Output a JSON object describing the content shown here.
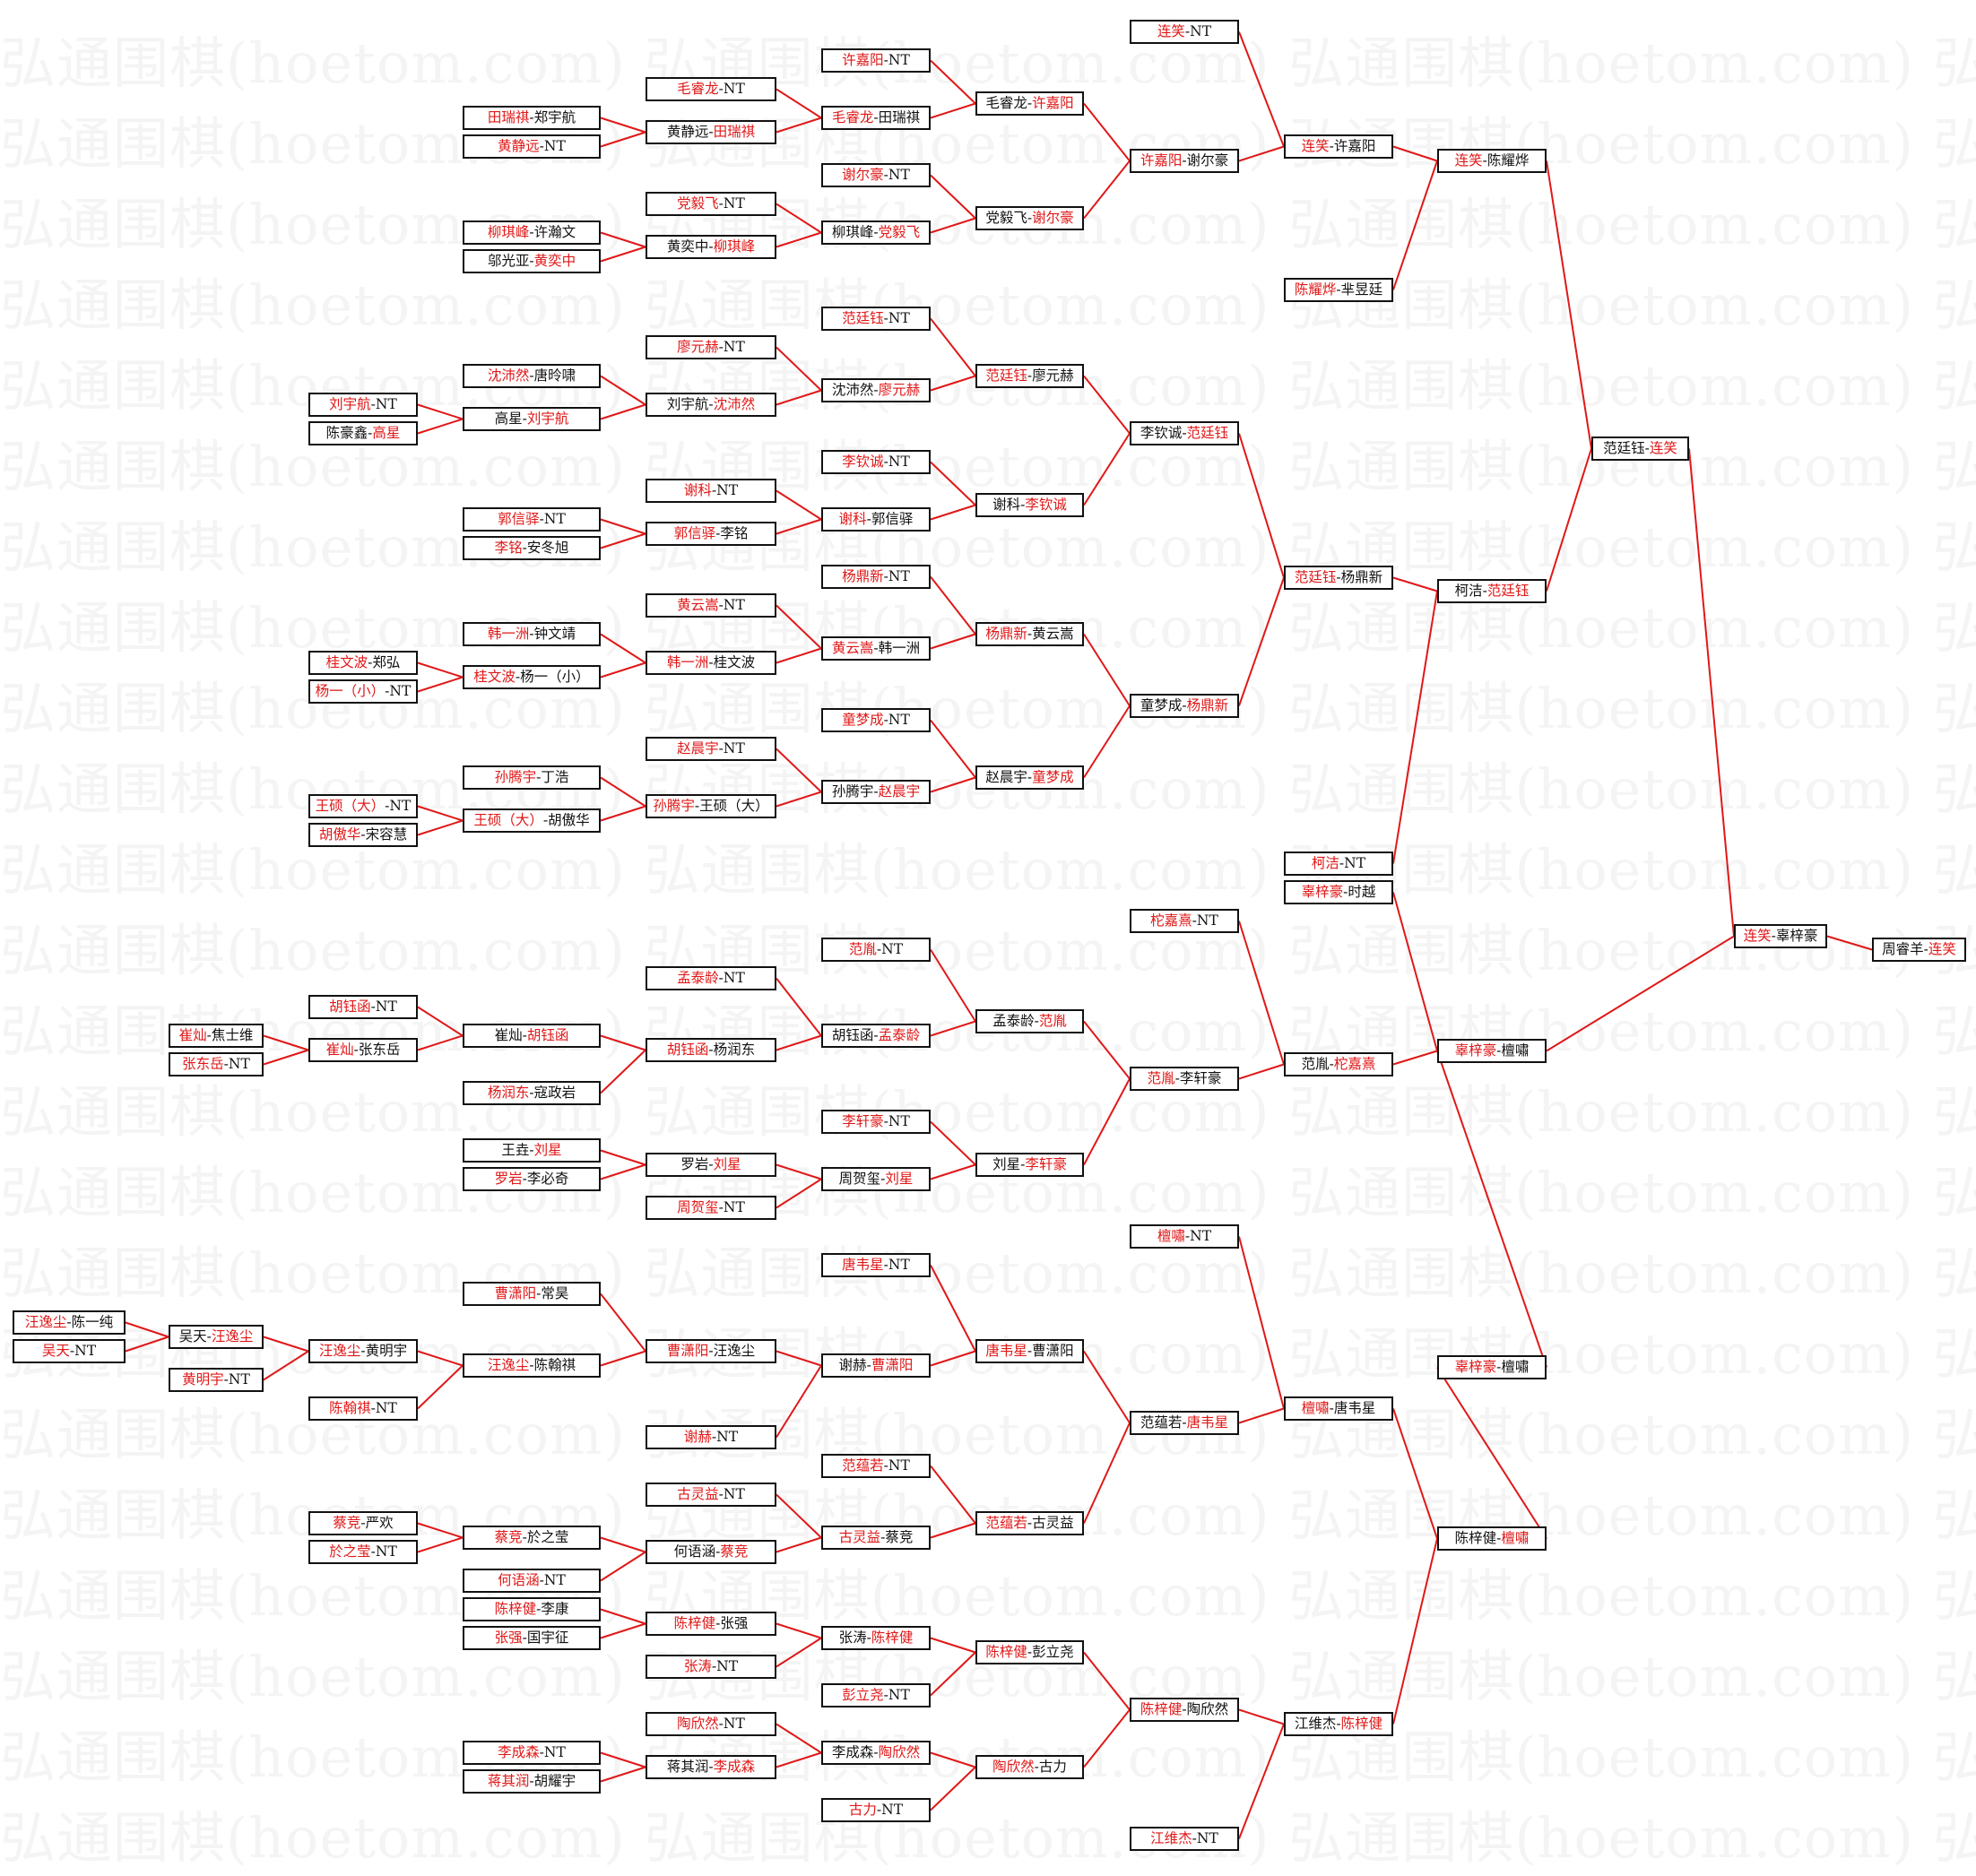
{
  "watermark": "弘通围棋(hoetom.com)",
  "colors": {
    "winner": "#e01818",
    "player": "#111111",
    "line": "#e01818",
    "border": "#111111"
  },
  "nodes": [
    {
      "id": "c7_1",
      "a": "周睿羊",
      "b": "连笑",
      "w": "b"
    },
    {
      "id": "c6_1",
      "a": "连笑",
      "b": "辜梓豪",
      "w": "a"
    },
    {
      "id": "c5_1",
      "a": "范廷钰",
      "b": "连笑",
      "w": "b"
    },
    {
      "id": "c4_1",
      "a": "连笑",
      "b": "陈耀烨",
      "w": "a"
    },
    {
      "id": "c4_2",
      "a": "柯洁",
      "b": "范廷钰",
      "w": "b"
    },
    {
      "id": "c4_3",
      "a": "辜梓豪",
      "b": "檀嘯",
      "w": "a"
    },
    {
      "id": "c4_4",
      "a": "辜梓豪",
      "b": "檀嘯",
      "w": "a"
    },
    {
      "id": "c4_5",
      "a": "陈梓健",
      "b": "檀嘯",
      "w": "b"
    },
    {
      "id": "c3_1",
      "a": "连笑",
      "b": "许嘉阳",
      "w": "a"
    },
    {
      "id": "c3_2",
      "a": "陈耀烨",
      "b": "芈昱廷",
      "w": "a"
    },
    {
      "id": "c3_3",
      "a": "范廷钰",
      "b": "杨鼎新",
      "w": "a"
    },
    {
      "id": "c3_4",
      "a": "柯洁",
      "b": "NT",
      "w": "a"
    },
    {
      "id": "c3_5",
      "a": "辜梓豪",
      "b": "时越",
      "w": "a"
    },
    {
      "id": "c3_6",
      "a": "范胤",
      "b": "柁嘉熹",
      "w": "b"
    },
    {
      "id": "c3_7",
      "a": "檀嘯",
      "b": "唐韦星",
      "w": "a"
    },
    {
      "id": "c3_8",
      "a": "江维杰",
      "b": "陈梓健",
      "w": "b"
    },
    {
      "id": "c2_1",
      "a": "连笑",
      "b": "NT",
      "w": "a"
    },
    {
      "id": "c2_2",
      "a": "许嘉阳",
      "b": "谢尔豪",
      "w": "a"
    },
    {
      "id": "c2_3",
      "a": "李钦诚",
      "b": "范廷钰",
      "w": "b"
    },
    {
      "id": "c2_4",
      "a": "童梦成",
      "b": "杨鼎新",
      "w": "b"
    },
    {
      "id": "c2_5",
      "a": "柁嘉熹",
      "b": "NT",
      "w": "a"
    },
    {
      "id": "c2_6",
      "a": "范胤",
      "b": "李轩豪",
      "w": "a"
    },
    {
      "id": "c2_7",
      "a": "檀嘯",
      "b": "NT",
      "w": "a"
    },
    {
      "id": "c2_8",
      "a": "范蕴若",
      "b": "唐韦星",
      "w": "b"
    },
    {
      "id": "c2_9",
      "a": "陈梓健",
      "b": "陶欣然",
      "w": "a"
    },
    {
      "id": "c2_10",
      "a": "江维杰",
      "b": "NT",
      "w": "a"
    },
    {
      "id": "c1_1",
      "a": "毛睿龙",
      "b": "许嘉阳",
      "w": "b"
    },
    {
      "id": "c1_2",
      "a": "党毅飞",
      "b": "谢尔豪",
      "w": "b"
    },
    {
      "id": "c1_3",
      "a": "范廷钰",
      "b": "廖元赫",
      "w": "a"
    },
    {
      "id": "c1_4",
      "a": "谢科",
      "b": "李钦诚",
      "w": "b"
    },
    {
      "id": "c1_5",
      "a": "杨鼎新",
      "b": "黄云嵩",
      "w": "a"
    },
    {
      "id": "c1_6",
      "a": "赵晨宇",
      "b": "童梦成",
      "w": "b"
    },
    {
      "id": "c1_7",
      "a": "孟泰龄",
      "b": "范胤",
      "w": "b"
    },
    {
      "id": "c1_8",
      "a": "刘星",
      "b": "李轩豪",
      "w": "b"
    },
    {
      "id": "c1_9",
      "a": "唐韦星",
      "b": "曹潇阳",
      "w": "a"
    },
    {
      "id": "c1_10",
      "a": "范蕴若",
      "b": "古灵益",
      "w": "a"
    },
    {
      "id": "c1_11",
      "a": "陈梓健",
      "b": "彭立尧",
      "w": "a"
    },
    {
      "id": "c1_12",
      "a": "陶欣然",
      "b": "古力",
      "w": "a"
    },
    {
      "id": "c0_1",
      "a": "许嘉阳",
      "b": "NT",
      "w": "a"
    },
    {
      "id": "c0_2",
      "a": "毛睿龙",
      "b": "田瑞祺",
      "w": "a"
    },
    {
      "id": "c0_3",
      "a": "谢尔豪",
      "b": "NT",
      "w": "a"
    },
    {
      "id": "c0_4",
      "a": "柳琪峰",
      "b": "党毅飞",
      "w": "b"
    },
    {
      "id": "c0_5",
      "a": "范廷钰",
      "b": "NT",
      "w": "a"
    },
    {
      "id": "c0_6",
      "a": "沈沛然",
      "b": "廖元赫",
      "w": "b"
    },
    {
      "id": "c0_7",
      "a": "李钦诚",
      "b": "NT",
      "w": "a"
    },
    {
      "id": "c0_8",
      "a": "谢科",
      "b": "郭信驿",
      "w": "a"
    },
    {
      "id": "c0_9",
      "a": "杨鼎新",
      "b": "NT",
      "w": "a"
    },
    {
      "id": "c0_10",
      "a": "黄云嵩",
      "b": "韩一洲",
      "w": "a"
    },
    {
      "id": "c0_11",
      "a": "童梦成",
      "b": "NT",
      "w": "a"
    },
    {
      "id": "c0_12",
      "a": "孙腾宇",
      "b": "赵晨宇",
      "w": "b"
    },
    {
      "id": "c0_13",
      "a": "范胤",
      "b": "NT",
      "w": "a"
    },
    {
      "id": "c0_14",
      "a": "胡钰函",
      "b": "孟泰龄",
      "w": "b"
    },
    {
      "id": "c0_15",
      "a": "李轩豪",
      "b": "NT",
      "w": "a"
    },
    {
      "id": "c0_16",
      "a": "周贺玺",
      "b": "刘星",
      "w": "b"
    },
    {
      "id": "c0_17",
      "a": "唐韦星",
      "b": "NT",
      "w": "a"
    },
    {
      "id": "c0_18",
      "a": "谢赫",
      "b": "曹潇阳",
      "w": "b"
    },
    {
      "id": "c0_19",
      "a": "范蕴若",
      "b": "NT",
      "w": "a"
    },
    {
      "id": "c0_20",
      "a": "古灵益",
      "b": "蔡竞",
      "w": "a"
    },
    {
      "id": "c0_21",
      "a": "张涛",
      "b": "陈梓健",
      "w": "b"
    },
    {
      "id": "c0_22",
      "a": "彭立尧",
      "b": "NT",
      "w": "a"
    },
    {
      "id": "c0_23",
      "a": "李成森",
      "b": "陶欣然",
      "w": "b"
    },
    {
      "id": "c0_24",
      "a": "古力",
      "b": "NT",
      "w": "a"
    },
    {
      "id": "b_1",
      "a": "毛睿龙",
      "b": "NT",
      "w": "a"
    },
    {
      "id": "b_2",
      "a": "黄静远",
      "b": "田瑞祺",
      "w": "b"
    },
    {
      "id": "b_3",
      "a": "党毅飞",
      "b": "NT",
      "w": "a"
    },
    {
      "id": "b_4",
      "a": "黄奕中",
      "b": "柳琪峰",
      "w": "b"
    },
    {
      "id": "b_5",
      "a": "廖元赫",
      "b": "NT",
      "w": "a"
    },
    {
      "id": "b_6",
      "a": "刘宇航",
      "b": "沈沛然",
      "w": "b"
    },
    {
      "id": "b_7",
      "a": "谢科",
      "b": "NT",
      "w": "a"
    },
    {
      "id": "b_8",
      "a": "郭信驿",
      "b": "李铭",
      "w": "a"
    },
    {
      "id": "b_9",
      "a": "黄云嵩",
      "b": "NT",
      "w": "a"
    },
    {
      "id": "b_10",
      "a": "韩一洲",
      "b": "桂文波",
      "w": "a"
    },
    {
      "id": "b_11",
      "a": "赵晨宇",
      "b": "NT",
      "w": "a"
    },
    {
      "id": "b_12",
      "a": "孙腾宇",
      "b": "王硕（大）",
      "w": "a"
    },
    {
      "id": "b_13",
      "a": "孟泰龄",
      "b": "NT",
      "w": "a"
    },
    {
      "id": "b_14",
      "a": "胡钰函",
      "b": "杨润东",
      "w": "a"
    },
    {
      "id": "b_15",
      "a": "罗岩",
      "b": "刘星",
      "w": "b"
    },
    {
      "id": "b_16",
      "a": "周贺玺",
      "b": "NT",
      "w": "a"
    },
    {
      "id": "b_17",
      "a": "曹潇阳",
      "b": "汪逸尘",
      "w": "a"
    },
    {
      "id": "b_18",
      "a": "谢赫",
      "b": "NT",
      "w": "a"
    },
    {
      "id": "b_19",
      "a": "古灵益",
      "b": "NT",
      "w": "a"
    },
    {
      "id": "b_20",
      "a": "何语涵",
      "b": "蔡竞",
      "w": "b"
    },
    {
      "id": "b_21",
      "a": "陈梓健",
      "b": "张强",
      "w": "a"
    },
    {
      "id": "b_22",
      "a": "张涛",
      "b": "NT",
      "w": "a"
    },
    {
      "id": "b_23",
      "a": "陶欣然",
      "b": "NT",
      "w": "a"
    },
    {
      "id": "b_24",
      "a": "蒋其润",
      "b": "李成森",
      "w": "b"
    },
    {
      "id": "a_1",
      "a": "田瑞祺",
      "b": "郑宇航",
      "w": "a"
    },
    {
      "id": "a_2",
      "a": "黄静远",
      "b": "NT",
      "w": "a"
    },
    {
      "id": "a_3",
      "a": "柳琪峰",
      "b": "许瀚文",
      "w": "a"
    },
    {
      "id": "a_4",
      "a": "邬光亚",
      "b": "黄奕中",
      "w": "b"
    },
    {
      "id": "a_5",
      "a": "沈沛然",
      "b": "唐昤啸",
      "w": "a"
    },
    {
      "id": "a_6",
      "a": "高星",
      "b": "刘宇航",
      "w": "b"
    },
    {
      "id": "a_7",
      "a": "郭信驿",
      "b": "NT",
      "w": "a"
    },
    {
      "id": "a_8",
      "a": "李铭",
      "b": "安冬旭",
      "w": "a"
    },
    {
      "id": "a_9",
      "a": "韩一洲",
      "b": "钟文靖",
      "w": "a"
    },
    {
      "id": "a_10",
      "a": "桂文波",
      "b": "杨一（小）",
      "w": "a"
    },
    {
      "id": "a_11",
      "a": "孙腾宇",
      "b": "丁浩",
      "w": "a"
    },
    {
      "id": "a_12",
      "a": "王硕（大）",
      "b": "胡傲华",
      "w": "a"
    },
    {
      "id": "a_13",
      "a": "崔灿",
      "b": "胡钰函",
      "w": "b"
    },
    {
      "id": "a_14",
      "a": "杨润东",
      "b": "寇政岩",
      "w": "a"
    },
    {
      "id": "a_15",
      "a": "王垚",
      "b": "刘星",
      "w": "b"
    },
    {
      "id": "a_16",
      "a": "罗岩",
      "b": "李必奇",
      "w": "a"
    },
    {
      "id": "a_17",
      "a": "曹潇阳",
      "b": "常昊",
      "w": "a"
    },
    {
      "id": "a_18",
      "a": "汪逸尘",
      "b": "陈翰祺",
      "w": "a"
    },
    {
      "id": "a_19",
      "a": "蔡竞",
      "b": "於之莹",
      "w": "a"
    },
    {
      "id": "a_20",
      "a": "何语涵",
      "b": "NT",
      "w": "a"
    },
    {
      "id": "a_21",
      "a": "陈梓健",
      "b": "李康",
      "w": "a"
    },
    {
      "id": "a_22",
      "a": "张强",
      "b": "国宇征",
      "w": "a"
    },
    {
      "id": "a_23",
      "a": "李成森",
      "b": "NT",
      "w": "a"
    },
    {
      "id": "a_24",
      "a": "蒋其润",
      "b": "胡耀宇",
      "w": "a"
    },
    {
      "id": "z_1",
      "a": "刘宇航",
      "b": "NT",
      "w": "a"
    },
    {
      "id": "z_2",
      "a": "陈豪鑫",
      "b": "高星",
      "w": "b"
    },
    {
      "id": "z_3",
      "a": "桂文波",
      "b": "郑弘",
      "w": "a"
    },
    {
      "id": "z_4",
      "a": "杨一（小）",
      "b": "NT",
      "w": "a"
    },
    {
      "id": "z_5",
      "a": "王硕（大）",
      "b": "NT",
      "w": "a"
    },
    {
      "id": "z_6",
      "a": "胡傲华",
      "b": "宋容慧",
      "w": "a"
    },
    {
      "id": "z_7",
      "a": "胡钰函",
      "b": "NT",
      "w": "a"
    },
    {
      "id": "z_8",
      "a": "崔灿",
      "b": "张东岳",
      "w": "a"
    },
    {
      "id": "z_9",
      "a": "汪逸尘",
      "b": "黄明宇",
      "w": "a"
    },
    {
      "id": "z_10",
      "a": "陈翰祺",
      "b": "NT",
      "w": "a"
    },
    {
      "id": "z_11",
      "a": "蔡竞",
      "b": "严欢",
      "w": "a"
    },
    {
      "id": "z_12",
      "a": "於之莹",
      "b": "NT",
      "w": "a"
    },
    {
      "id": "y_1",
      "a": "崔灿",
      "b": "焦士维",
      "w": "a"
    },
    {
      "id": "y_2",
      "a": "张东岳",
      "b": "NT",
      "w": "a"
    },
    {
      "id": "y_3",
      "a": "吴天",
      "b": "汪逸尘",
      "w": "b"
    },
    {
      "id": "y_4",
      "a": "黄明宇",
      "b": "NT",
      "w": "a"
    },
    {
      "id": "x_1",
      "a": "汪逸尘",
      "b": "陈一纯",
      "w": "a"
    },
    {
      "id": "x_2",
      "a": "吴天",
      "b": "NT",
      "w": "a"
    }
  ]
}
